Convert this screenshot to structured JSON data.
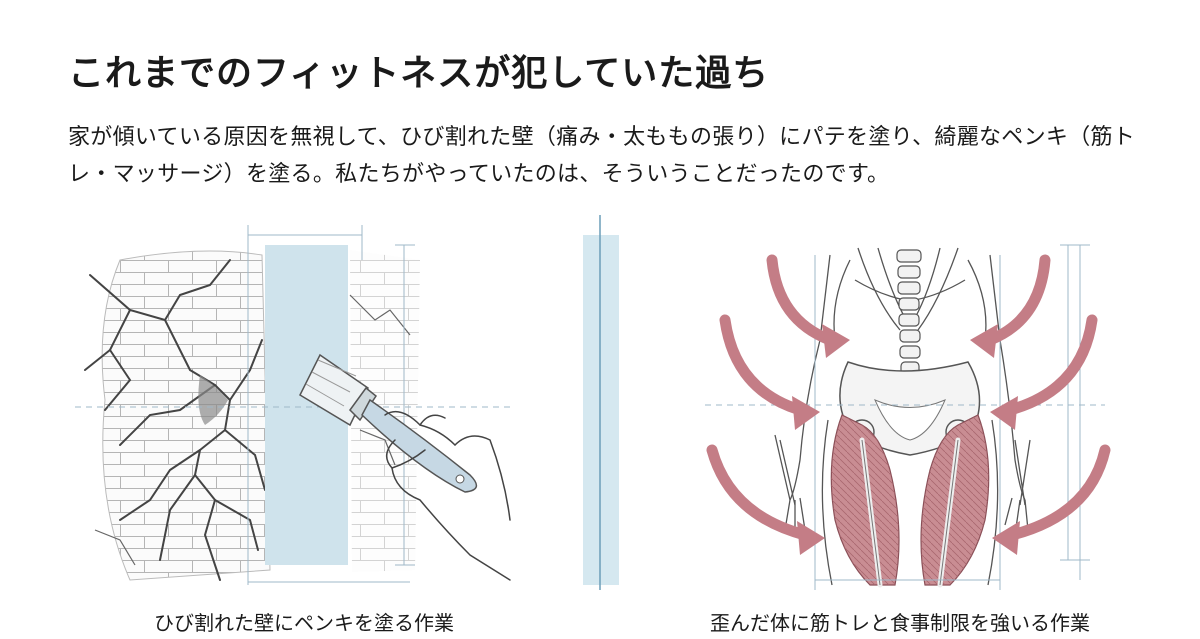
{
  "title": "これまでのフィットネスが犯していた過ち",
  "body": "家が傾いている原因を無視して、ひび割れた壁（痛み・太ももの張り）にパテを塗り、綺麗なペンキ（筋トレ・マッサージ）を塗る。私たちがやっていたのは、そういうことだったのです。",
  "left_panel": {
    "caption": "ひび割れた壁にペンキを塗る作業",
    "illustration": "cracked-brick-wall-with-paintbrush"
  },
  "right_panel": {
    "caption": "歪んだ体に筋トレと食事制限を強いる作業",
    "illustration": "skeleton-pelvis-thigh-muscles-with-compression-arrows"
  },
  "colors": {
    "paint": "#cfe3ec",
    "arrow": "#c47d86",
    "muscle": "#c98d93",
    "guide": "#9fb8c8",
    "divider": "#6c9db8"
  }
}
